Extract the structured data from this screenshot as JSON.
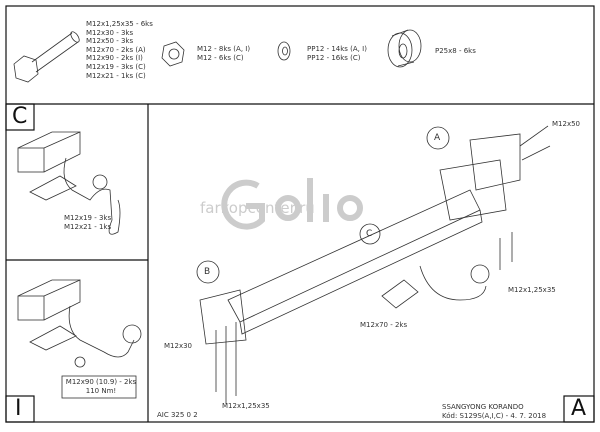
{
  "parts": {
    "bolts": [
      "M12x1,25x35 - 6ks",
      "M12x30 - 3ks",
      "M12x50 - 3ks",
      "M12x70 - 2ks (A)",
      "M12x90 - 2ks (I)",
      "M12x19 - 3ks (C)",
      "M12x21 - 1ks (C)"
    ],
    "nuts": [
      "M12 - 8ks (A, I)",
      "M12 - 6ks (C)"
    ],
    "washers": [
      "PP12 - 14ks (A, I)",
      "PP12 - 16ks (C)"
    ],
    "spacer": [
      "P25x8 - 6ks"
    ]
  },
  "panel_c": {
    "letter": "C",
    "labels": [
      "M12x19 - 3ks",
      "M12x21 - 1ks"
    ]
  },
  "panel_i": {
    "letter": "I",
    "labels": [
      "M12x90 (10.9) - 2ks",
      "110 Nm!"
    ]
  },
  "main": {
    "letter": "A",
    "callouts": {
      "a": "A",
      "b": "B",
      "c": "C"
    },
    "labels": {
      "m12x50": "M12x50",
      "m12x125x35_right": "M12x1,25x35",
      "m12x70": "M12x70 - 2ks",
      "m12x30": "M12x30",
      "m12x125x35_bottom": "M12x1,25x35"
    },
    "drawing_no": "AIC 325 0 2",
    "vehicle": "SSANGYONG KORANDO",
    "code": "Kód: S129S(A,I,C) - 4. 7. 2018"
  },
  "watermark": "farkopcenter.ru",
  "logo": "Galia"
}
